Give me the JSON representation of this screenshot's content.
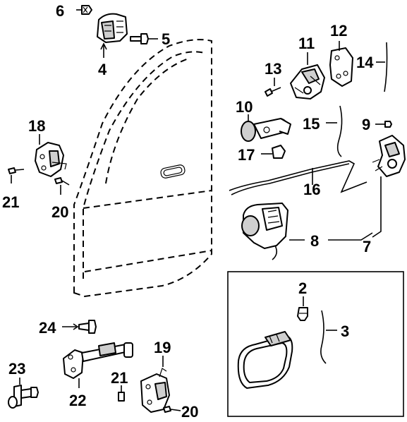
{
  "callouts": {
    "c1": "6",
    "c2": "4",
    "c3": "5",
    "c4": "11",
    "c5": "12",
    "c6": "14",
    "c7": "13",
    "c8": "10",
    "c9": "15",
    "c10": "9",
    "c11": "17",
    "c12": "16",
    "c13": "18",
    "c14": "21",
    "c15": "20",
    "c16": "8",
    "c17": "7",
    "c18": "2",
    "c19": "3",
    "c20": "24",
    "c21": "19",
    "c22": "23",
    "c23": "21",
    "c24": "22",
    "c25": "20"
  }
}
